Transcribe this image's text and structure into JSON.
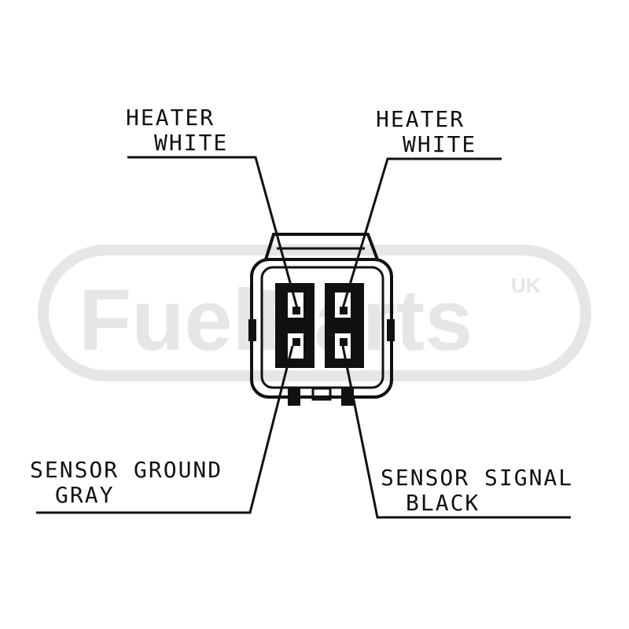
{
  "watermark": {
    "brand": "FuelParts",
    "region": "UK",
    "color": "#e6e6e6"
  },
  "colors": {
    "ink": "#111111",
    "background": "#ffffff"
  },
  "labels": {
    "heater_left": {
      "line1": "HEATER",
      "line2": "WHITE"
    },
    "heater_right": {
      "line1": "HEATER",
      "line2": "WHITE"
    },
    "sensor_ground": {
      "line1": "SENSOR GROUND",
      "line2": "GRAY"
    },
    "sensor_signal": {
      "line1": "SENSOR SIGNAL",
      "line2": "BLACK"
    }
  }
}
